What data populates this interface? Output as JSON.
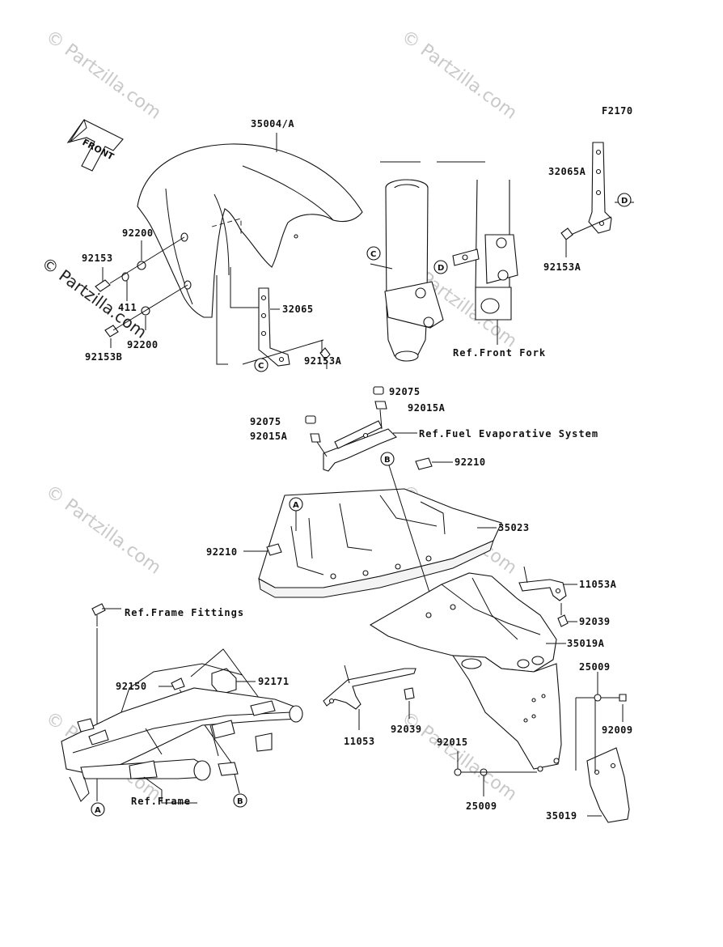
{
  "figure_code": "F2170",
  "watermark": "© Partzilla.com",
  "front_arrow": "FRONT",
  "parts": {
    "p35004": "35004/A",
    "p92200a": "92200",
    "p92153": "92153",
    "p411": "411",
    "p92200b": "92200",
    "p92153b": "92153B",
    "p32065": "32065",
    "p92153a_left": "92153A",
    "p32065a": "32065A",
    "p92153a_right": "92153A",
    "p92075a": "92075",
    "p92015a_a": "92015A",
    "p92075b": "92075",
    "p92015a_b": "92015A",
    "p92210a": "92210",
    "p35023": "35023",
    "p92210b": "92210",
    "p11053a": "11053A",
    "p92039a": "92039",
    "p35019a": "35019A",
    "p92150": "92150",
    "p92171": "92171",
    "p25009a": "25009",
    "p92009": "92009",
    "p11053": "11053",
    "p92039b": "92039",
    "p92015": "92015",
    "p25009b": "25009",
    "p35019": "35019"
  },
  "refs": {
    "front_fork": "Ref.Front Fork",
    "fuel_evap": "Ref.Fuel Evaporative System",
    "frame_fittings": "Ref.Frame Fittings",
    "frame": "Ref.Frame"
  },
  "markers": {
    "c1": "C",
    "c2": "C",
    "d1": "D",
    "d2": "D",
    "a1": "A",
    "a2": "A",
    "b1": "B",
    "b2": "B"
  }
}
